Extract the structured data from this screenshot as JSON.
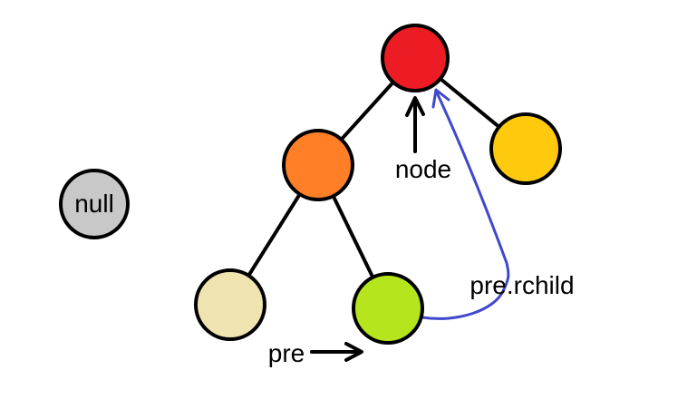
{
  "diagram": {
    "background": "#ffffff",
    "nodes": {
      "root": {
        "color": "#ed1c24"
      },
      "left": {
        "color": "#ff7f27"
      },
      "right": {
        "color": "#ffc90e"
      },
      "left_left": {
        "color": "#efe4b0"
      },
      "left_right": {
        "color": "#b5e61d"
      },
      "null_node": {
        "color": "#c8c8c8",
        "label": "null"
      }
    },
    "edges": {
      "color": "#000000"
    },
    "labels": {
      "node": "node",
      "pre": "pre",
      "pre_rchild": "pre.rchild"
    },
    "arrows": {
      "black": "#000000",
      "blue": "#4048cc"
    }
  }
}
